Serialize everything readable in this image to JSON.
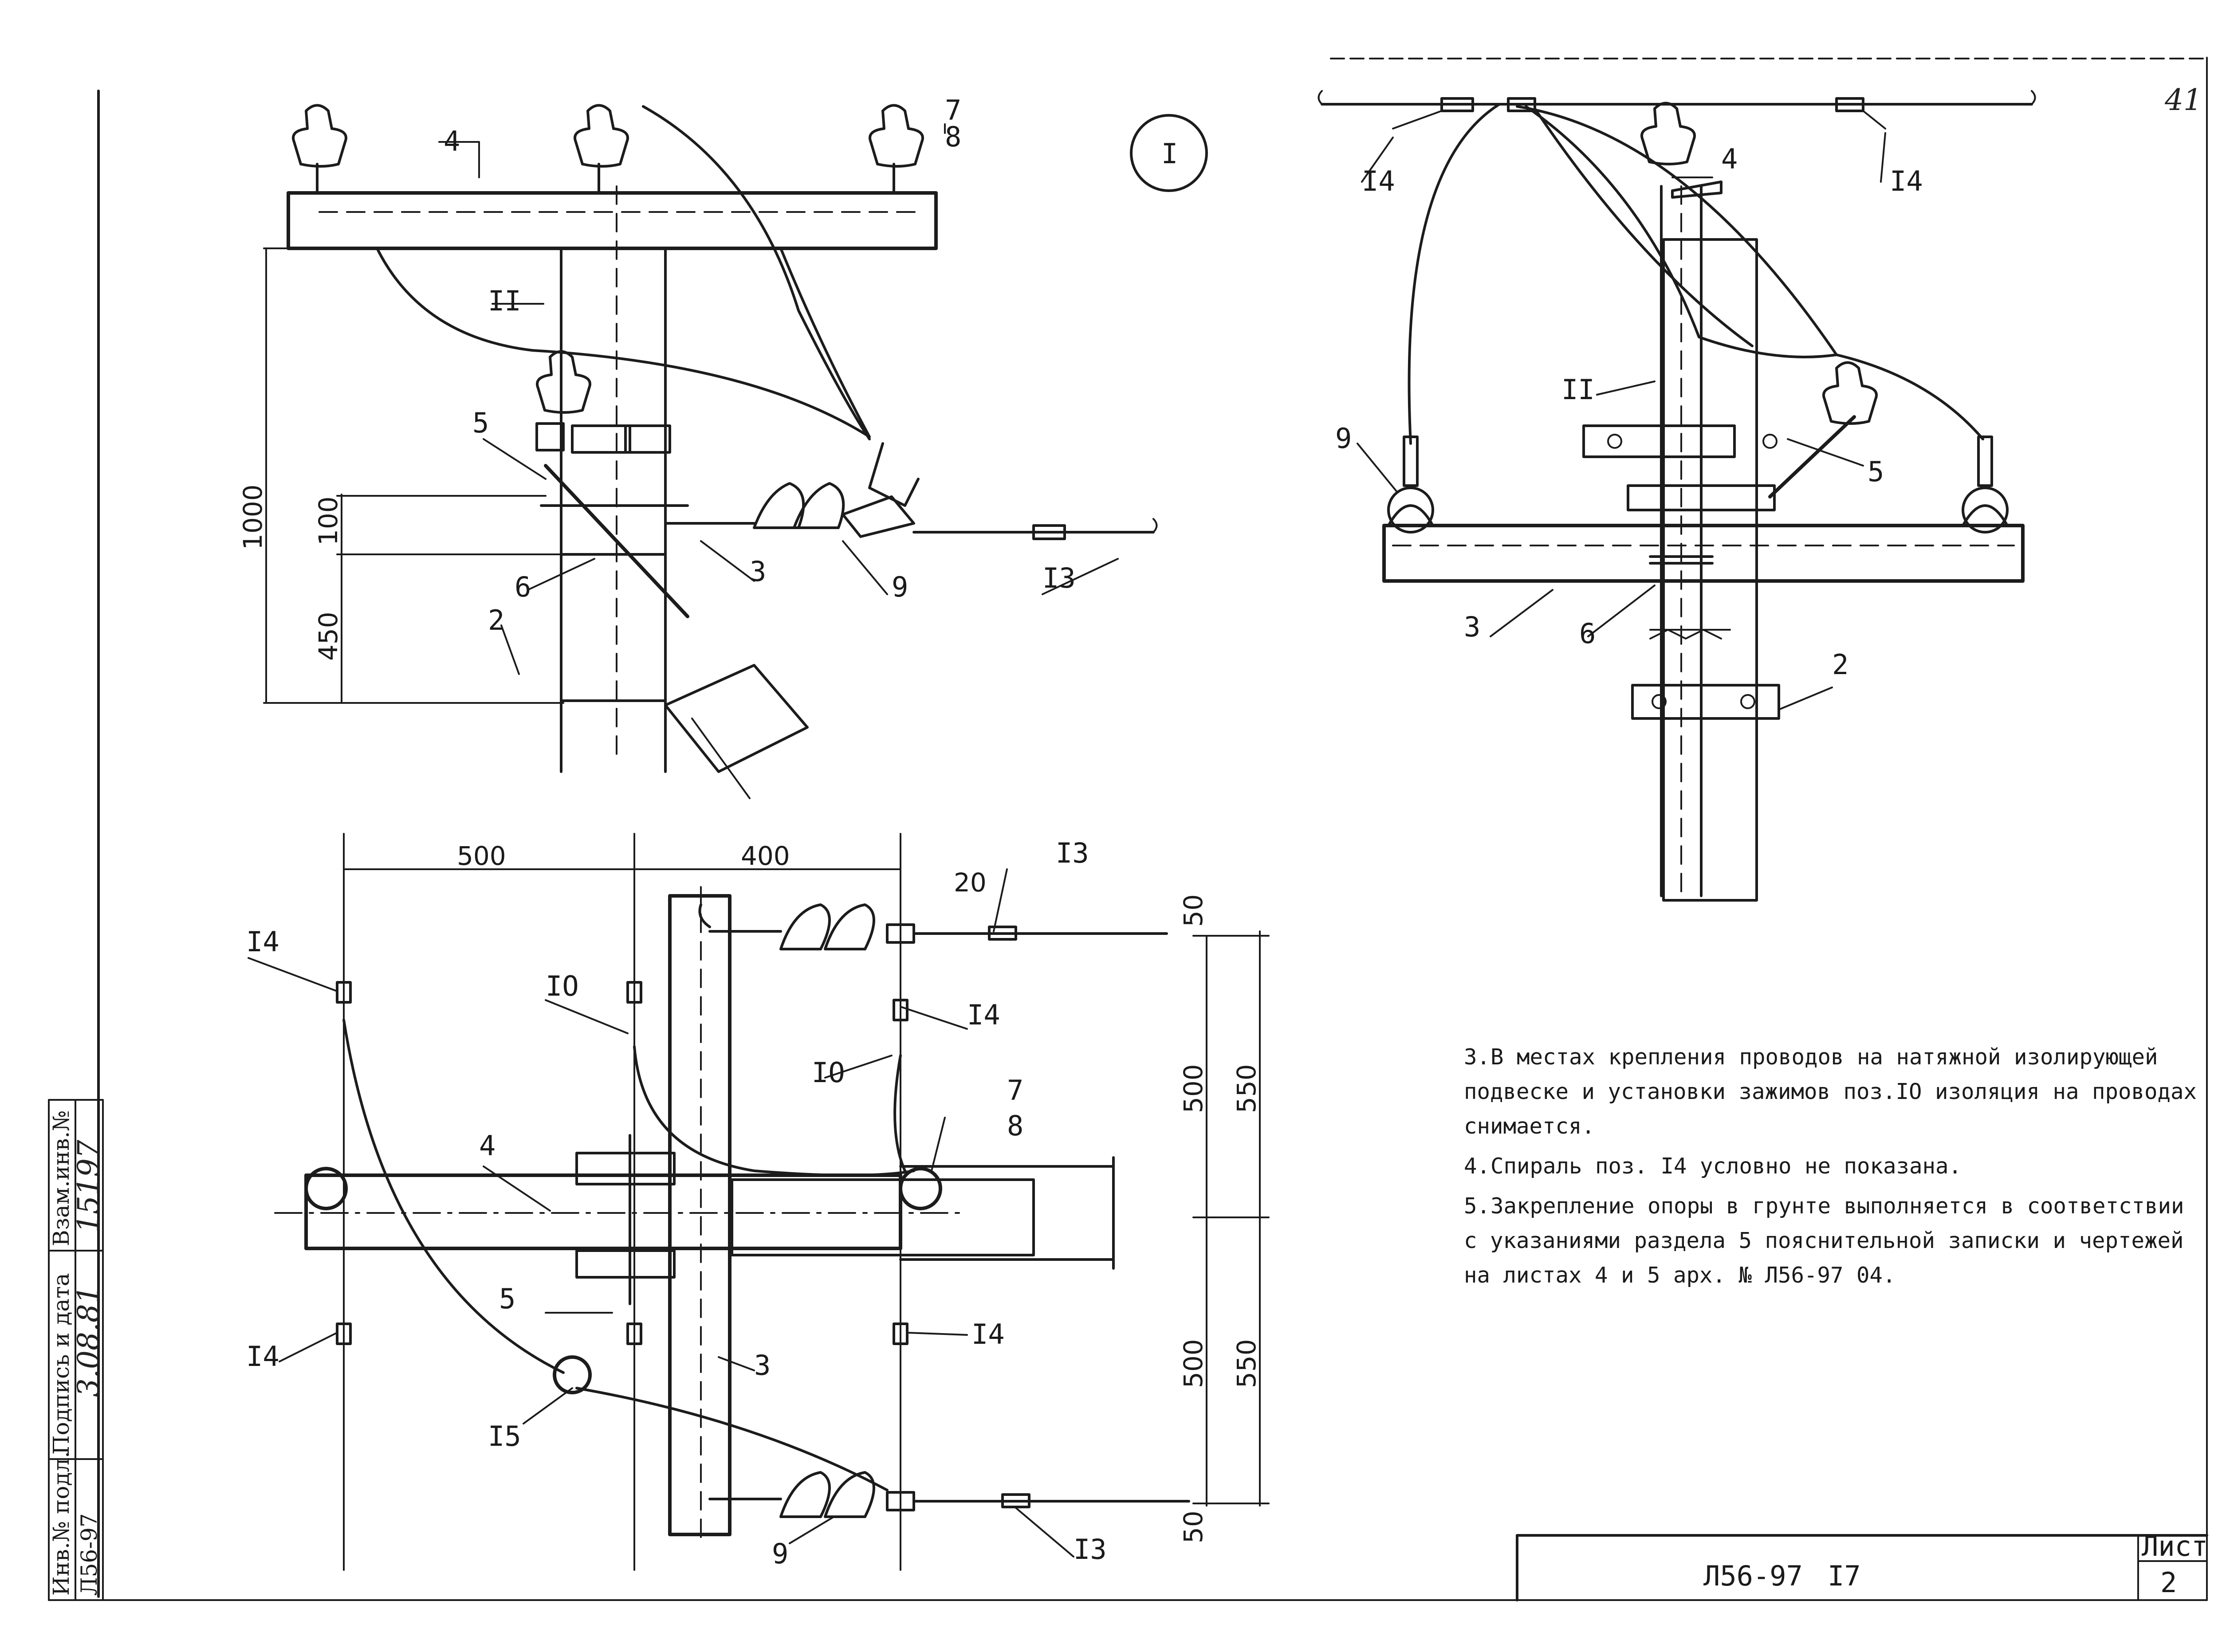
{
  "sheet_number_corner": "41",
  "view_marker": "I",
  "stamp_block": {
    "inv_podl": "Инв.№ подл.",
    "podpis_data": "Подпись и дата",
    "vzam_inv": "Взам.инв.№",
    "inv_value": "Л56-97",
    "podpis_value": "3.08.81",
    "vzam_value": "15197"
  },
  "title_block": {
    "doc_code": "Л56-97",
    "doc_page": "I7",
    "sheet_label": "Лист",
    "sheet_value": "2"
  },
  "notes": [
    {
      "num": "3.",
      "text": "В местах крепления проводов на натяжной изолирующей подвеске и установки зажимов поз.IO изоляция на проводах снимается."
    },
    {
      "num": "4.",
      "text": "Спираль поз. I4 условно не показана."
    },
    {
      "num": "5.",
      "text": "Закрепление опоры в грунте выполняется в соответствии с указаниями раздела 5 пояснительной записки и чертежей на листах 4 и 5 арх. № Л56-97 04."
    }
  ],
  "view_front": {
    "positions": {
      "p4": "4",
      "p7": "7",
      "p8": "8",
      "p11": "II",
      "p5": "5",
      "p6": "6",
      "p2": "2",
      "p3": "3",
      "p9": "9",
      "p13": "I3"
    },
    "dims": {
      "d1000": "1000",
      "d100": "100",
      "d450": "450"
    }
  },
  "view_side": {
    "positions": {
      "p14a": "I4",
      "p14b": "I4",
      "p4": "4",
      "p11": "II",
      "p9": "9",
      "p5": "5",
      "p3": "3",
      "p6": "6",
      "p2": "2"
    }
  },
  "view_plan": {
    "positions": {
      "p14a": "I4",
      "p10a": "IO",
      "p10b": "IO",
      "p14b": "I4",
      "p13a": "I3",
      "p7": "7",
      "p8": "8",
      "p4": "4",
      "p5": "5",
      "p3": "3",
      "p14c": "I4",
      "p14d": "I4",
      "p15": "I5",
      "p9": "9",
      "p13b": "I3"
    },
    "dims": {
      "d500h": "500",
      "d400h": "400",
      "d20": "20",
      "d50a": "50",
      "d500a": "500",
      "d550a": "550",
      "d500b": "500",
      "d550b": "550",
      "d50b": "50"
    }
  }
}
